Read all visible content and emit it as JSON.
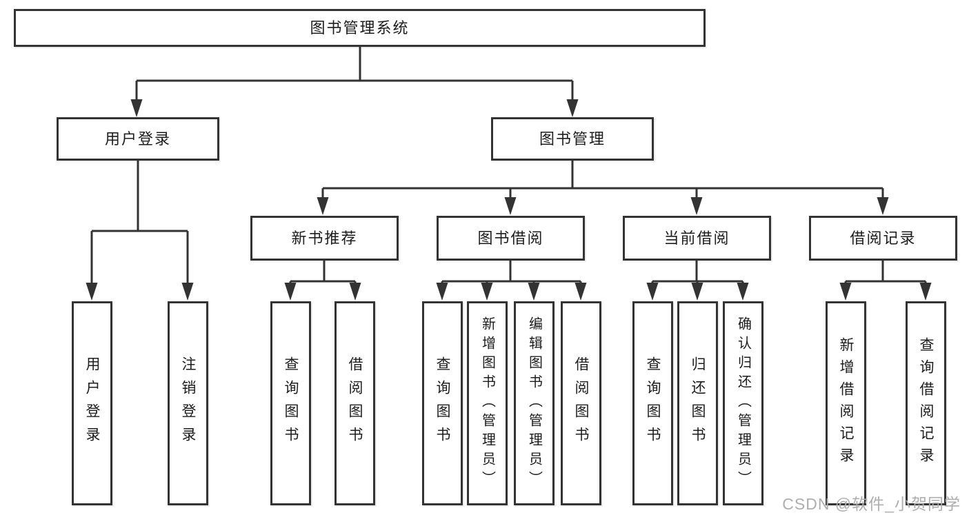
{
  "colors": {
    "line": "#333333",
    "text": "#1c1c1c",
    "watermark": "#aeaeae",
    "bg": "#ffffff"
  },
  "chart_data": {
    "type": "tree-diagram",
    "title": "图书管理系统",
    "hierarchy": {
      "图书管理系统": {
        "用户登录": [
          "用户登录",
          "注销登录"
        ],
        "图书管理": {
          "新书推荐": [
            "查询图书",
            "借阅图书"
          ],
          "图书借阅": [
            "查询图书",
            "新增图书（管理员）",
            "编辑图书（管理员）",
            "借阅图书"
          ],
          "当前借阅": [
            "查询图书",
            "归还图书",
            "确认归还（管理员）"
          ],
          "借阅记录": [
            "新增借阅记录",
            "查询借阅记录"
          ]
        }
      }
    }
  },
  "root": {
    "label": "图书管理系统"
  },
  "level2": [
    {
      "label": "用户登录"
    },
    {
      "label": "图书管理"
    }
  ],
  "level3": [
    {
      "label": "新书推荐"
    },
    {
      "label": "图书借阅"
    },
    {
      "label": "当前借阅"
    },
    {
      "label": "借阅记录"
    }
  ],
  "leaves": [
    {
      "label": "用户登录",
      "parent": "用户登录"
    },
    {
      "label": "注销登录",
      "parent": "用户登录"
    },
    {
      "label": "查询图书",
      "parent": "新书推荐"
    },
    {
      "label": "借阅图书",
      "parent": "新书推荐"
    },
    {
      "label": "查询图书",
      "parent": "图书借阅"
    },
    {
      "label": "新增图书（管理员）",
      "parent": "图书借阅"
    },
    {
      "label": "编辑图书（管理员）",
      "parent": "图书借阅"
    },
    {
      "label": "借阅图书",
      "parent": "图书借阅"
    },
    {
      "label": "查询图书",
      "parent": "当前借阅"
    },
    {
      "label": "归还图书",
      "parent": "当前借阅"
    },
    {
      "label": "确认归还（管理员）",
      "parent": "当前借阅"
    },
    {
      "label": "新增借阅记录",
      "parent": "借阅记录"
    },
    {
      "label": "查询借阅记录",
      "parent": "借阅记录"
    }
  ],
  "watermark": "CSDN @软件_小贺同学"
}
